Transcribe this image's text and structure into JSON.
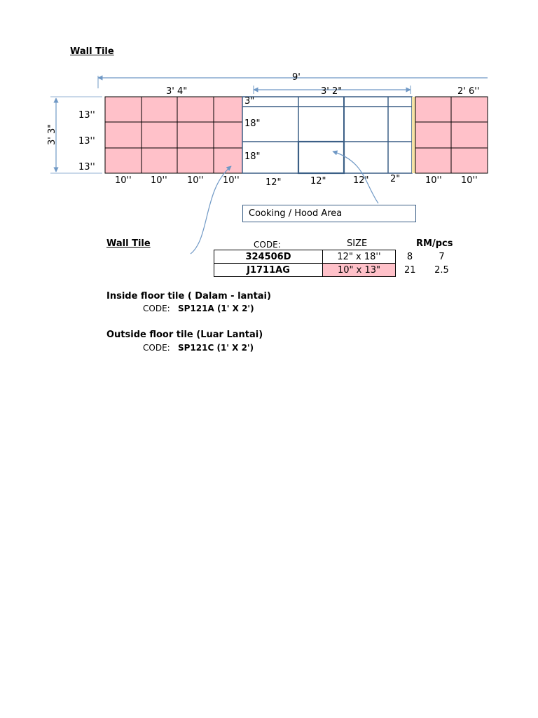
{
  "title": "Wall Tile",
  "dims": {
    "total_width": "9'",
    "left_width": "3' 4\"",
    "middle_width": "3' 2\"",
    "right_width": "2' 6''",
    "height": "3' 3\"",
    "row_heights": [
      "13''",
      "13''",
      "13''"
    ],
    "left_cols": [
      "10''",
      "10''",
      "10''",
      "10''"
    ],
    "middle_cols": [
      "12\"",
      "12\"",
      "12\"",
      "2\""
    ],
    "middle_rows": [
      "3\"",
      "18\"",
      "18\""
    ],
    "right_cols": [
      "10''",
      "10''"
    ]
  },
  "callout": "Cooking / Hood  Area",
  "table": {
    "label": "Wall Tile",
    "headers": [
      "CODE:",
      "SIZE",
      "RM/pcs"
    ],
    "rows": [
      {
        "code": "324506D",
        "size": "12\" x 18''",
        "rm": "8",
        "pcs": "7"
      },
      {
        "code": "J1711AG",
        "size": "10\" x 13\"",
        "rm": "21",
        "pcs": "2.5"
      }
    ]
  },
  "floor": [
    {
      "title": "Inside floor tile ( Dalam - lantai)",
      "code_label": "CODE:",
      "code": "SP121A  (1' X 2')"
    },
    {
      "title": "Outside floor tile (Luar Lantai)",
      "code_label": "CODE:",
      "code": "SP121C  (1' X 2')"
    }
  ],
  "colors": {
    "pink": "#ffc1c9",
    "blue": "#3b5f86",
    "arrow": "#6f98c5",
    "yellow": "#f6e3a5"
  }
}
